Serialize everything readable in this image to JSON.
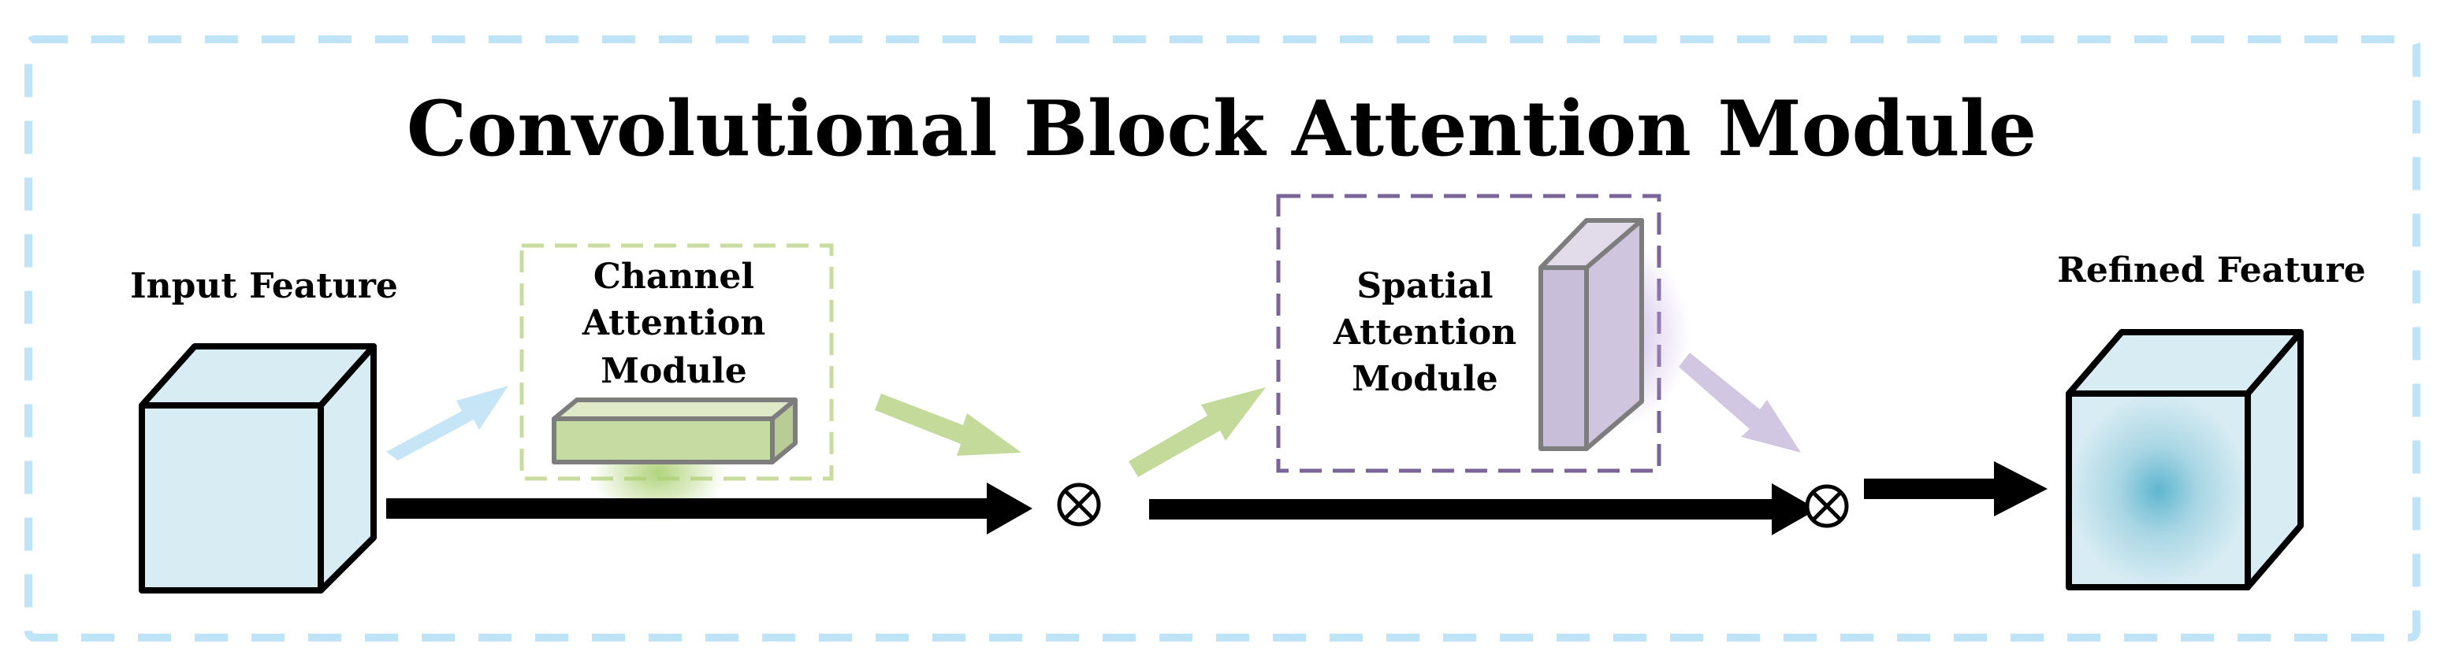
{
  "title": "Convolutional Block Attention Module",
  "labels": {
    "input_feature": "Input Feature",
    "channel_attention": [
      "Channel",
      "Attention",
      "Module"
    ],
    "spatial_attention": [
      "Spatial",
      "Attention",
      "Module"
    ],
    "refined_feature": "Refined Feature"
  },
  "operators": {
    "multiply_1": "⊗",
    "multiply_2": "⊗"
  },
  "colors": {
    "frame": "#bfe3f7",
    "cube_fill": "#d8ecf3",
    "channel_box": "#c8dc9f",
    "channel_block": "#c5dba1",
    "spatial_box": "#7b6498",
    "spatial_block": "#cfc5de",
    "light_blue_arrow": "#c6e6f8",
    "green_arrow": "#c3da9b",
    "purple_arrow": "#d2c7e3",
    "main_arrow": "#000000"
  }
}
